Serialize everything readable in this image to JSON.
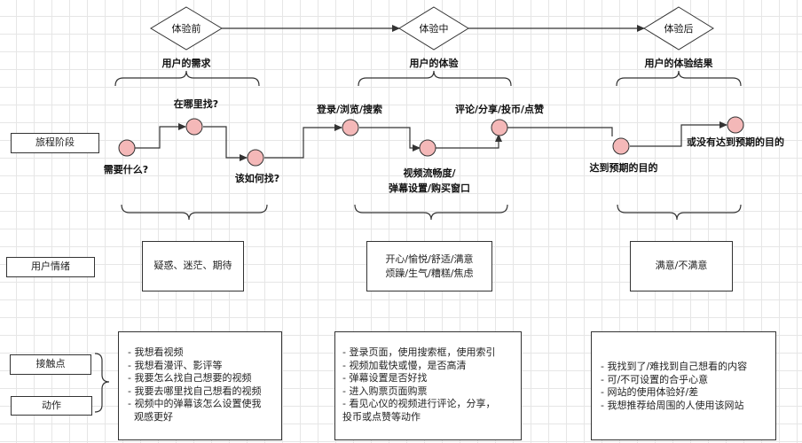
{
  "phases": [
    {
      "id": "before",
      "label": "体验前",
      "caption": "用户的需求"
    },
    {
      "id": "during",
      "label": "体验中",
      "caption": "用户的体验"
    },
    {
      "id": "after",
      "label": "体验后",
      "caption": "用户的体验结果"
    }
  ],
  "row_labels": {
    "journey": "旅程阶段",
    "emotion": "用户情绪",
    "touchpoint": "接触点",
    "action": "动作"
  },
  "journey_points": {
    "need_what": "需要什么?",
    "where_find": "在哪里找?",
    "how_find": "该如何找?",
    "login": "登录/浏览/搜索",
    "video_line1": "视频流畅度/",
    "video_line2": "弹幕设置/购买窗口",
    "comment": "评论/分享/投币/点赞",
    "achieve": "达到预期的目的",
    "not_achieve": "或没有达到预期的目的"
  },
  "emotions": {
    "before": [
      "疑惑、迷茫、期待"
    ],
    "during": [
      "开心/愉悦/舒适/满意",
      "烦躁/生气/糟糕/焦虑"
    ],
    "after": [
      "满意/不满意"
    ]
  },
  "actions": {
    "before": [
      "- 我想看视频",
      "- 我想看漫评、影评等",
      "- 我要怎么找自己想要的视频",
      "- 我要去哪里找自己想看的视频",
      "- 视频中的弹幕该怎么设置使我",
      "  观感更好"
    ],
    "during": [
      "- 登录页面，使用搜索框，使用索引",
      "- 视频加载快或慢，是否高清",
      "- 弹幕设置是否好找",
      "- 进入购票页面购票",
      "- 看见心仪的视频进行评论，分享，",
      "投币或点赞等动作"
    ],
    "after": [
      "- 我找到了/难找到自己想看的内容",
      "- 可/不可设置的合乎心意",
      "- 网站的使用体验好/差",
      "- 我想推荐给周围的人使用该网站"
    ]
  },
  "colors": {
    "node_fill": "#f4b8b8",
    "node_stroke": "#333333",
    "line": "#333333"
  }
}
